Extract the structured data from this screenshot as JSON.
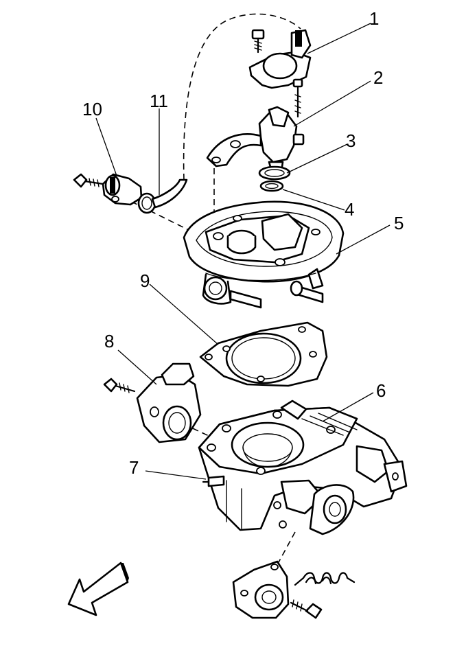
{
  "callouts": [
    {
      "number": "1"
    },
    {
      "number": "2"
    },
    {
      "number": "3"
    },
    {
      "number": "4"
    },
    {
      "number": "5"
    },
    {
      "number": "6"
    },
    {
      "number": "7"
    },
    {
      "number": "8"
    },
    {
      "number": "9"
    },
    {
      "number": "10"
    },
    {
      "number": "11"
    }
  ],
  "colors": {
    "line": "#000000",
    "background": "#ffffff"
  },
  "icons": {
    "direction": "front-direction-arrow-icon"
  }
}
